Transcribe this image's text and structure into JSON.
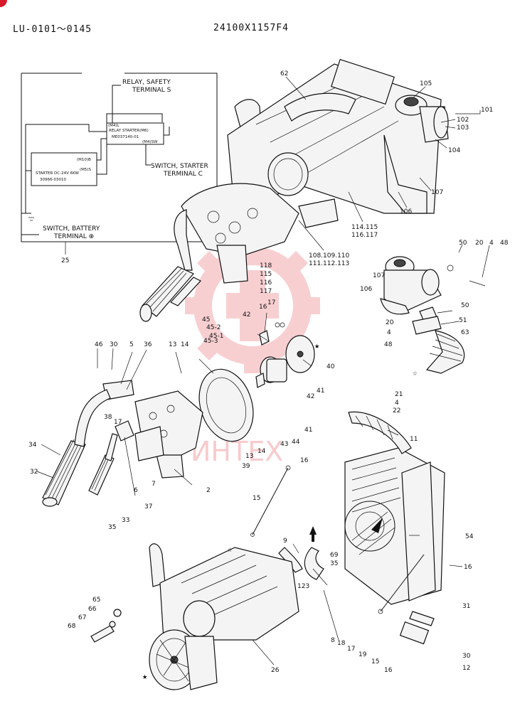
{
  "header": {
    "left": "LU-0101〜0145",
    "right": "24100X1157F4"
  },
  "watermark": {
    "text": "ИНТЕХ",
    "color": "#e8555d"
  },
  "wiring": {
    "relay_safety": [
      "RELAY, SAFETY",
      "TERMINAL S"
    ],
    "relay_starter": [
      "RELAY STARTER(M6)",
      "ME037140-01"
    ],
    "switch_starter": [
      "SWITCH, STARTER",
      "TERMINAL C"
    ],
    "switch_battery": [
      "SWITCH, BATTERY",
      "TERMINAL ⊕"
    ],
    "starter": [
      "STARTER DC-24V 6KW",
      "30966-03010"
    ],
    "terminals": {
      "m4": "(M4)L",
      "m4sw": "(M4)SW",
      "m10b": "(M10)B",
      "m5s": "(M5)S"
    },
    "ref": "25"
  },
  "callouts": [
    {
      "id": "c62",
      "text": "62"
    },
    {
      "id": "c105",
      "text": "105"
    },
    {
      "id": "c101",
      "text": "101"
    },
    {
      "id": "c102",
      "text": "102"
    },
    {
      "id": "c103",
      "text": "103"
    },
    {
      "id": "c104",
      "text": "104"
    },
    {
      "id": "c107a",
      "text": "107"
    },
    {
      "id": "c106a",
      "text": "106"
    },
    {
      "id": "c114",
      "text": "114.115"
    },
    {
      "id": "c116",
      "text": "116.117"
    },
    {
      "id": "c108",
      "text": "108.109.110"
    },
    {
      "id": "c111",
      "text": "111.112.113"
    },
    {
      "id": "c118",
      "text": "118"
    },
    {
      "id": "c115",
      "text": "115"
    },
    {
      "id": "c116b",
      "text": "116"
    },
    {
      "id": "c117",
      "text": "117"
    },
    {
      "id": "c50a",
      "text": "50"
    },
    {
      "id": "c20a",
      "text": "20"
    },
    {
      "id": "c4a",
      "text": "4"
    },
    {
      "id": "c48a",
      "text": "48"
    },
    {
      "id": "c107b",
      "text": "107"
    },
    {
      "id": "c106b",
      "text": "106"
    },
    {
      "id": "c50b",
      "text": "50"
    },
    {
      "id": "c51",
      "text": "51"
    },
    {
      "id": "c20b",
      "text": "20"
    },
    {
      "id": "c4b",
      "text": "4"
    },
    {
      "id": "c48b",
      "text": "48"
    },
    {
      "id": "c63",
      "text": "63"
    },
    {
      "id": "c17a",
      "text": "17"
    },
    {
      "id": "c16a",
      "text": "16"
    },
    {
      "id": "c42a",
      "text": "42"
    },
    {
      "id": "c45",
      "text": "45"
    },
    {
      "id": "c452",
      "text": "45-2"
    },
    {
      "id": "c451",
      "text": "45-1"
    },
    {
      "id": "c453",
      "text": "45-3"
    },
    {
      "id": "c40",
      "text": "40"
    },
    {
      "id": "c41a",
      "text": "41"
    },
    {
      "id": "c42b",
      "text": "42"
    },
    {
      "id": "c41b",
      "text": "41"
    },
    {
      "id": "c44",
      "text": "44"
    },
    {
      "id": "c43",
      "text": "43"
    },
    {
      "id": "c13a",
      "text": "13"
    },
    {
      "id": "c14a",
      "text": "14"
    },
    {
      "id": "c13b",
      "text": "13"
    },
    {
      "id": "c14b",
      "text": "14"
    },
    {
      "id": "c39",
      "text": "39"
    },
    {
      "id": "c46",
      "text": "46"
    },
    {
      "id": "c30a",
      "text": "30"
    },
    {
      "id": "c5",
      "text": "5"
    },
    {
      "id": "c36",
      "text": "36"
    },
    {
      "id": "c38",
      "text": "38"
    },
    {
      "id": "c17b",
      "text": "17"
    },
    {
      "id": "c34",
      "text": "34"
    },
    {
      "id": "c32",
      "text": "32"
    },
    {
      "id": "c6",
      "text": "6"
    },
    {
      "id": "c7",
      "text": "7"
    },
    {
      "id": "c37",
      "text": "37"
    },
    {
      "id": "c33",
      "text": "33"
    },
    {
      "id": "c35a",
      "text": "35"
    },
    {
      "id": "c2",
      "text": "2"
    },
    {
      "id": "c21",
      "text": "21"
    },
    {
      "id": "c4c",
      "text": "4"
    },
    {
      "id": "c22",
      "text": "22"
    },
    {
      "id": "c11",
      "text": "11"
    },
    {
      "id": "c16b",
      "text": "16"
    },
    {
      "id": "c15a",
      "text": "15"
    },
    {
      "id": "c54",
      "text": "54"
    },
    {
      "id": "c16c",
      "text": "16"
    },
    {
      "id": "c9",
      "text": "9"
    },
    {
      "id": "c69",
      "text": "69"
    },
    {
      "id": "c35b",
      "text": "35"
    },
    {
      "id": "c123",
      "text": "123"
    },
    {
      "id": "c31",
      "text": "31"
    },
    {
      "id": "c65",
      "text": "65"
    },
    {
      "id": "c66",
      "text": "66"
    },
    {
      "id": "c67",
      "text": "67"
    },
    {
      "id": "c68",
      "text": "68"
    },
    {
      "id": "c26",
      "text": "26"
    },
    {
      "id": "c8",
      "text": "8"
    },
    {
      "id": "c18",
      "text": "18"
    },
    {
      "id": "c17c",
      "text": "17"
    },
    {
      "id": "c19",
      "text": "19"
    },
    {
      "id": "c15b",
      "text": "15"
    },
    {
      "id": "c16d",
      "text": "16"
    },
    {
      "id": "c30b",
      "text": "30"
    },
    {
      "id": "c12",
      "text": "12"
    }
  ]
}
